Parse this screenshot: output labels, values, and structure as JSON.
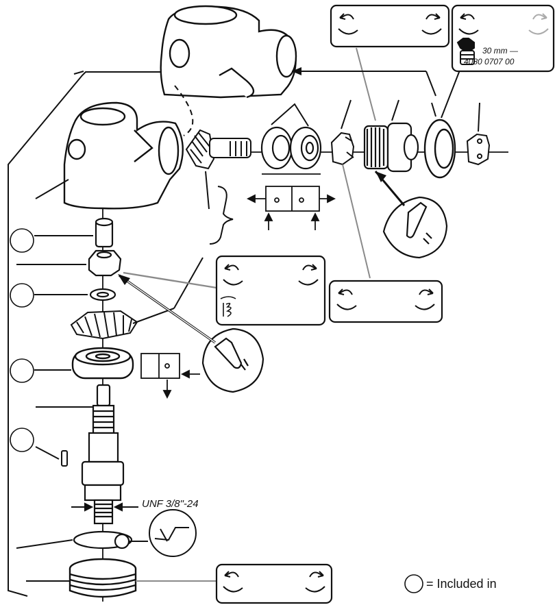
{
  "wrench": {
    "size": "30 mm —",
    "part_number": "4080 0707 00"
  },
  "thread_label": "UNF 3/8\"-24",
  "legend": {
    "text": "= Included in"
  },
  "icons": {
    "torque_box": "rotate-loosen-tighten-icon",
    "wrench": "wrench-icon",
    "grease": "grease-icon",
    "legend_marker": "circle-icon"
  },
  "colors": {
    "ink": "#111111",
    "leader_gray": "#8a8a8a"
  }
}
